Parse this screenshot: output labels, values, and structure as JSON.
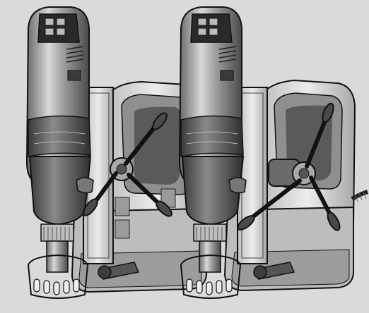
{
  "illustration": {
    "subject": "magnetic-core-drill",
    "variants": [
      {
        "id": "left",
        "handle_side": "right-front"
      },
      {
        "id": "right",
        "handle_side": "right-rear"
      }
    ],
    "colors": {
      "background": "#dadada",
      "body_dark": "#4a4a4a",
      "body_mid": "#8c8c8c",
      "body_light": "#b8b8b8",
      "highlight": "#e9e9e9",
      "outline": "#111111",
      "frame": "#c9c9c9"
    }
  }
}
